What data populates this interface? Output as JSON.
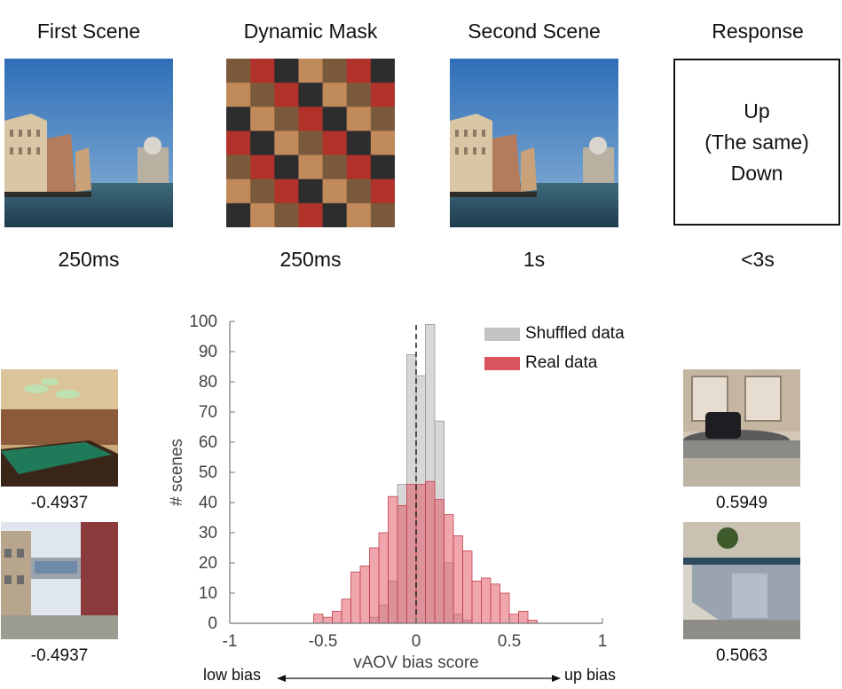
{
  "top_row": {
    "stages": [
      {
        "title": "First Scene",
        "duration": "250ms"
      },
      {
        "title": "Dynamic Mask",
        "duration": "250ms"
      },
      {
        "title": "Second Scene",
        "duration": "1s"
      },
      {
        "title": "Response",
        "duration": "<3s"
      }
    ],
    "response_options": [
      "Up",
      "(The same)",
      "Down"
    ]
  },
  "examples": {
    "left": [
      {
        "image": "billiard-room-photo",
        "score": "-0.4937"
      },
      {
        "image": "building-courtyard-photo",
        "score": "-0.4937"
      }
    ],
    "right": [
      {
        "image": "baggage-carousel-photo",
        "score": "0.5949"
      },
      {
        "image": "reception-desk-photo",
        "score": "0.5063"
      }
    ]
  },
  "bias_axis": {
    "low": "low bias",
    "high": "up bias"
  },
  "colors": {
    "shuffled": "#c8c8c8",
    "real": "#e05a64",
    "overlap": "#c98870"
  },
  "chart_data": {
    "type": "bar",
    "xlabel": "vAOV bias score",
    "ylabel": "# scenes",
    "xlim": [
      -1,
      1
    ],
    "ylim": [
      0,
      100
    ],
    "xticks": [
      "-1",
      "-0.5",
      "0",
      "0.5",
      "1"
    ],
    "yticks": [
      "0",
      "10",
      "20",
      "30",
      "40",
      "50",
      "60",
      "70",
      "80",
      "90",
      "100"
    ],
    "bin_width": 0.05,
    "reference_line_x": 0,
    "legend_position": "top-right",
    "series": [
      {
        "name": "Shuffled data",
        "bins": [
          {
            "x0": -0.25,
            "v": 2
          },
          {
            "x0": -0.2,
            "v": 6
          },
          {
            "x0": -0.15,
            "v": 14
          },
          {
            "x0": -0.1,
            "v": 46
          },
          {
            "x0": -0.05,
            "v": 89
          },
          {
            "x0": 0.0,
            "v": 82
          },
          {
            "x0": 0.05,
            "v": 99
          },
          {
            "x0": 0.1,
            "v": 67
          },
          {
            "x0": 0.15,
            "v": 20
          },
          {
            "x0": 0.2,
            "v": 3
          },
          {
            "x0": 0.25,
            "v": 1
          }
        ]
      },
      {
        "name": "Real data",
        "bins": [
          {
            "x0": -0.55,
            "v": 3
          },
          {
            "x0": -0.5,
            "v": 2
          },
          {
            "x0": -0.45,
            "v": 4
          },
          {
            "x0": -0.4,
            "v": 8
          },
          {
            "x0": -0.35,
            "v": 17
          },
          {
            "x0": -0.3,
            "v": 19
          },
          {
            "x0": -0.25,
            "v": 25
          },
          {
            "x0": -0.2,
            "v": 30
          },
          {
            "x0": -0.15,
            "v": 42
          },
          {
            "x0": -0.1,
            "v": 39
          },
          {
            "x0": -0.05,
            "v": 46
          },
          {
            "x0": 0.0,
            "v": 46
          },
          {
            "x0": 0.05,
            "v": 47
          },
          {
            "x0": 0.1,
            "v": 41
          },
          {
            "x0": 0.15,
            "v": 36
          },
          {
            "x0": 0.2,
            "v": 29
          },
          {
            "x0": 0.25,
            "v": 24
          },
          {
            "x0": 0.3,
            "v": 14
          },
          {
            "x0": 0.35,
            "v": 15
          },
          {
            "x0": 0.4,
            "v": 13
          },
          {
            "x0": 0.45,
            "v": 10
          },
          {
            "x0": 0.5,
            "v": 3
          },
          {
            "x0": 0.55,
            "v": 4
          },
          {
            "x0": 0.6,
            "v": 1
          }
        ]
      }
    ]
  }
}
